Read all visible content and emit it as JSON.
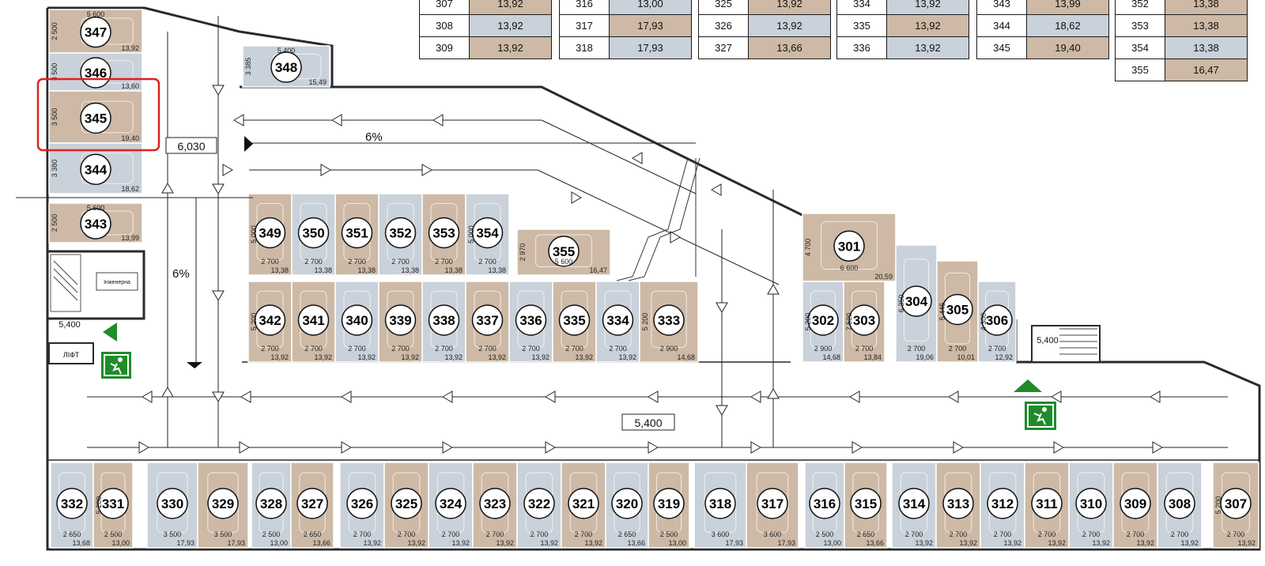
{
  "colors": {
    "beige": "#cdb9a5",
    "grey": "#c9d1da",
    "wall": "#2a2a2a",
    "exit_green": "#1f8c2a",
    "highlight": "#e02020",
    "number_fill": "#ffffff"
  },
  "tables": [
    {
      "rows": [
        {
          "no": "307",
          "area": "13,92",
          "tone": "beige"
        },
        {
          "no": "308",
          "area": "13,92",
          "tone": "grey"
        },
        {
          "no": "309",
          "area": "13,92",
          "tone": "beige"
        }
      ]
    },
    {
      "rows": [
        {
          "no": "316",
          "area": "13,00",
          "tone": "grey"
        },
        {
          "no": "317",
          "area": "17,93",
          "tone": "beige"
        },
        {
          "no": "318",
          "area": "17,93",
          "tone": "grey"
        }
      ]
    },
    {
      "rows": [
        {
          "no": "325",
          "area": "13,92",
          "tone": "beige"
        },
        {
          "no": "326",
          "area": "13,92",
          "tone": "grey"
        },
        {
          "no": "327",
          "area": "13,66",
          "tone": "beige"
        }
      ]
    },
    {
      "rows": [
        {
          "no": "334",
          "area": "13,92",
          "tone": "grey"
        },
        {
          "no": "335",
          "area": "13,92",
          "tone": "beige"
        },
        {
          "no": "336",
          "area": "13,92",
          "tone": "grey"
        }
      ]
    },
    {
      "rows": [
        {
          "no": "343",
          "area": "13,99",
          "tone": "beige"
        },
        {
          "no": "344",
          "area": "18,62",
          "tone": "grey"
        },
        {
          "no": "345",
          "area": "19,40",
          "tone": "beige"
        }
      ]
    },
    {
      "rows": [
        {
          "no": "352",
          "area": "13,38",
          "tone": "beige"
        },
        {
          "no": "353",
          "area": "13,38",
          "tone": "beige"
        },
        {
          "no": "354",
          "area": "13,38",
          "tone": "grey"
        },
        {
          "no": "355",
          "area": "16,47",
          "tone": "beige"
        }
      ]
    }
  ],
  "plan_labels": {
    "ramp_slope_top": "6%",
    "ramp_slope_left": "6%",
    "drive_width_top": "6,030",
    "drive_width_main": "5,400",
    "stair_left": "5,400",
    "stair_right": "5,400",
    "lift": "ЛІФТ",
    "room": "Інженерна"
  },
  "spaces": [
    {
      "no": "347",
      "tone": "beige",
      "dim_w": "5 600",
      "dim_h": "2 500",
      "area": "13,92"
    },
    {
      "no": "346",
      "tone": "grey",
      "dim_h": "3 500",
      "area": "13,60"
    },
    {
      "no": "345",
      "tone": "beige",
      "dim_h": "3 500",
      "area": "19,40",
      "highlighted": true
    },
    {
      "no": "344",
      "tone": "grey",
      "dim_h": "3 380",
      "area": "18,62"
    },
    {
      "no": "343",
      "tone": "beige",
      "dim_w": "5 600",
      "dim_h": "2 500",
      "area": "13,99"
    },
    {
      "no": "348",
      "tone": "grey",
      "dim_w": "5 400",
      "dim_h": "3 385",
      "area": "15,49"
    },
    {
      "no": "349",
      "tone": "beige",
      "dim_w": "2 700",
      "dim_h": "5 000",
      "area": "13,38"
    },
    {
      "no": "350",
      "tone": "grey",
      "dim_w": "2 700",
      "area": "13,38"
    },
    {
      "no": "351",
      "tone": "beige",
      "dim_w": "2 700",
      "area": "13,38"
    },
    {
      "no": "352",
      "tone": "grey",
      "dim_w": "2 700",
      "area": "13,38"
    },
    {
      "no": "353",
      "tone": "beige",
      "dim_w": "2 700",
      "area": "13,38"
    },
    {
      "no": "354",
      "tone": "grey",
      "dim_w": "2 700",
      "dim_h": "5 000",
      "area": "13,38"
    },
    {
      "no": "355",
      "tone": "beige",
      "dim_w": "5 600",
      "dim_h": "2 970",
      "area": "16,47"
    },
    {
      "no": "342",
      "tone": "beige",
      "dim_w": "2 700",
      "dim_h": "5 200",
      "area": "13,92"
    },
    {
      "no": "341",
      "tone": "beige",
      "dim_w": "2 700",
      "area": "13,92"
    },
    {
      "no": "340",
      "tone": "grey",
      "dim_w": "2 700",
      "area": "13,92"
    },
    {
      "no": "339",
      "tone": "beige",
      "dim_w": "2 700",
      "area": "13,92"
    },
    {
      "no": "338",
      "tone": "grey",
      "dim_w": "2 700",
      "area": "13,92"
    },
    {
      "no": "337",
      "tone": "beige",
      "dim_w": "2 700",
      "area": "13,92"
    },
    {
      "no": "336",
      "tone": "grey",
      "dim_w": "2 700",
      "area": "13,92"
    },
    {
      "no": "335",
      "tone": "beige",
      "dim_w": "2 700",
      "area": "13,92"
    },
    {
      "no": "334",
      "tone": "grey",
      "dim_w": "2 700",
      "area": "13,92"
    },
    {
      "no": "333",
      "tone": "beige",
      "dim_w": "2 900",
      "dim_h": "5 200",
      "area": "14,68"
    },
    {
      "no": "301",
      "tone": "beige",
      "dim_w": "6 600",
      "dim_h": "4 700",
      "area": "20,59"
    },
    {
      "no": "302",
      "tone": "grey",
      "dim_w": "2 900",
      "dim_h": "5 200",
      "area": "14,68"
    },
    {
      "no": "303",
      "tone": "beige",
      "dim_w": "2 700",
      "dim_h": "7 520",
      "area": "13,84"
    },
    {
      "no": "304",
      "tone": "grey",
      "dim_w": "2 700",
      "dim_h": "6 350",
      "area": "19,06"
    },
    {
      "no": "305",
      "tone": "beige",
      "dim_w": "2 700",
      "dim_h": "5 445",
      "area": "10,01"
    },
    {
      "no": "306",
      "tone": "grey",
      "dim_w": "2 700",
      "dim_h": "4 300",
      "area": "12,92"
    },
    {
      "no": "332",
      "tone": "grey",
      "dim_w": "2 650",
      "area": "13,68"
    },
    {
      "no": "331",
      "tone": "beige",
      "dim_w": "2 500",
      "dim_h": "5 200",
      "area": "13,00"
    },
    {
      "no": "330",
      "tone": "grey",
      "dim_w": "3 500",
      "area": "17,93"
    },
    {
      "no": "329",
      "tone": "beige",
      "dim_w": "3 500",
      "area": "17,93"
    },
    {
      "no": "328",
      "tone": "grey",
      "dim_w": "2 500",
      "area": "13,00"
    },
    {
      "no": "327",
      "tone": "beige",
      "dim_w": "2 650",
      "area": "13,66"
    },
    {
      "no": "326",
      "tone": "grey",
      "dim_w": "2 700",
      "area": "13,92"
    },
    {
      "no": "325",
      "tone": "beige",
      "dim_w": "2 700",
      "area": "13,92"
    },
    {
      "no": "324",
      "tone": "grey",
      "dim_w": "2 700",
      "area": "13,92"
    },
    {
      "no": "323",
      "tone": "beige",
      "dim_w": "2 700",
      "area": "13,92"
    },
    {
      "no": "322",
      "tone": "grey",
      "dim_w": "2 700",
      "area": "13,92"
    },
    {
      "no": "321",
      "tone": "beige",
      "dim_w": "2 700",
      "area": "13,92"
    },
    {
      "no": "320",
      "tone": "grey",
      "dim_w": "2 650",
      "area": "13,66"
    },
    {
      "no": "319",
      "tone": "beige",
      "dim_w": "2 500",
      "area": "13,00"
    },
    {
      "no": "318",
      "tone": "grey",
      "dim_w": "3 600",
      "area": "17,93"
    },
    {
      "no": "317",
      "tone": "beige",
      "dim_w": "3 600",
      "area": "17,93"
    },
    {
      "no": "316",
      "tone": "grey",
      "dim_w": "2 500",
      "area": "13,00"
    },
    {
      "no": "315",
      "tone": "beige",
      "dim_w": "2 650",
      "area": "13,66"
    },
    {
      "no": "314",
      "tone": "grey",
      "dim_w": "2 700",
      "area": "13,92"
    },
    {
      "no": "313",
      "tone": "beige",
      "dim_w": "2 700",
      "area": "13,92"
    },
    {
      "no": "312",
      "tone": "grey",
      "dim_w": "2 700",
      "area": "13,92"
    },
    {
      "no": "311",
      "tone": "beige",
      "dim_w": "2 700",
      "area": "13,92"
    },
    {
      "no": "310",
      "tone": "grey",
      "dim_w": "2 700",
      "area": "13,92"
    },
    {
      "no": "309",
      "tone": "beige",
      "dim_w": "2 700",
      "area": "13,92"
    },
    {
      "no": "308",
      "tone": "grey",
      "dim_w": "2 700",
      "area": "13,92"
    },
    {
      "no": "307",
      "tone": "beige",
      "dim_w": "2 700",
      "dim_h": "5 200",
      "area": "13,92"
    }
  ]
}
